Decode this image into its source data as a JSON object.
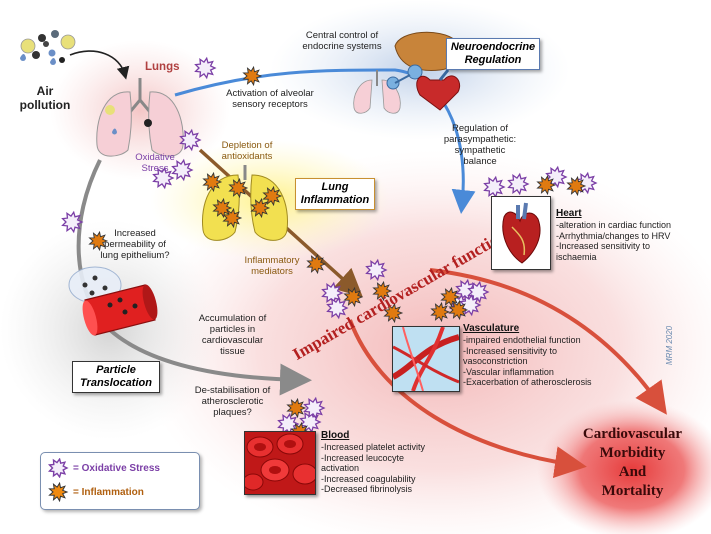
{
  "labels": {
    "air_pollution": "Air\npollution",
    "lungs": "Lungs",
    "oxidative_stress": "Oxidative\nStress",
    "depletion": "Depletion of\nantioxidants",
    "activation": "Activation of alveolar\nsensory receptors",
    "central_control": "Central control of\nendocrine systems",
    "regulation_para": "Regulation of\nparasympathetic:\nsympathetic\nbalance",
    "increased_permeability": "Increased\npermeability of\nlung epithelium?",
    "inflammatory_mediators": "Inflammatory\nmediators",
    "accumulation": "Accumulation of\nparticles in\ncardiovascular\ntissue",
    "destabilisation": "De-stabilisation of\natherosclerotic\nplaques?",
    "impaired": "Impaired cardiovascular function",
    "outcome": "Cardiovascular\nMorbidity\nAnd\nMortality",
    "signature": "MRM 2020"
  },
  "boxes": {
    "neuroendocrine": "Neuroendocrine\nRegulation",
    "lung_inflammation": "Lung\nInflammation",
    "particle_translocation": "Particle\nTranslocation"
  },
  "heart": {
    "title": "Heart",
    "lines": [
      "-alteration in cardiac function",
      "-Arrhythmia/changes to HRV",
      "-Increased sensitivity to",
      "ischaemia"
    ]
  },
  "vasculature": {
    "title": "Vasculature",
    "lines": [
      "-impaired endothelial function",
      "-Increased sensitivity to",
      "vasoconstriction",
      "-Vascular inflammation",
      "-Exacerbation of atherosclerosis"
    ]
  },
  "blood": {
    "title": "Blood",
    "lines": [
      "-Increased platelet activity",
      "-Increased leucocyte",
      "activation",
      "-Increased coagulability",
      "-Decreased fibrinolysis"
    ]
  },
  "legend": {
    "oxidative": "= Oxidative Stress",
    "inflammation": "= Inflammation"
  },
  "colors": {
    "oxidative": "#7b3fa6",
    "inflammation": "#e07a10",
    "impaired_text": "#b32020",
    "arrow_blue": "#4a8ad8",
    "arrow_grey": "#8a8a8a",
    "arrow_brown": "#8b5a2b",
    "arrow_red": "#d8503c"
  },
  "icons": {
    "oxidative_symbol": "purple-starburst-icon",
    "inflammation_symbol": "orange-starburst-icon"
  }
}
